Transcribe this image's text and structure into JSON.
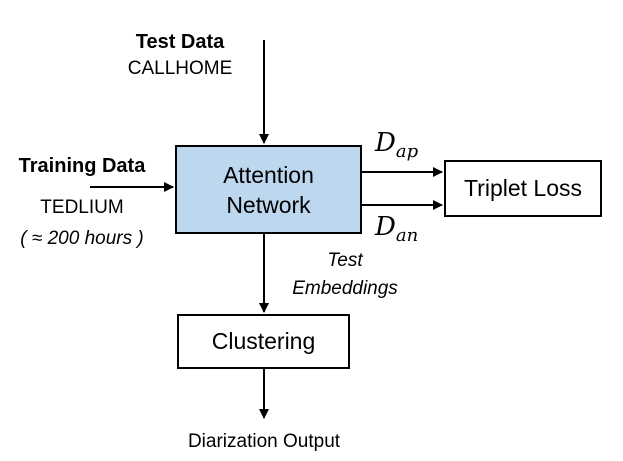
{
  "inputs": {
    "test": {
      "title": "Test Data",
      "dataset": "CALLHOME"
    },
    "training": {
      "title": "Training Data",
      "dataset": "TEDLIUM",
      "note": "( ≈ 200 hours )"
    }
  },
  "nodes": {
    "attention_network": {
      "line1": "Attention",
      "line2": "Network",
      "fill_color": "#bdd7ee"
    },
    "triplet_loss": {
      "label": "Triplet Loss"
    },
    "clustering": {
      "label": "Clustering"
    }
  },
  "edges": {
    "d_ap": {
      "base": "D",
      "sub": "ap"
    },
    "d_an": {
      "base": "D",
      "sub": "an"
    },
    "test_embeddings": {
      "line1": "Test",
      "line2": "Embeddings"
    }
  },
  "output": {
    "label": "Diarization Output"
  }
}
